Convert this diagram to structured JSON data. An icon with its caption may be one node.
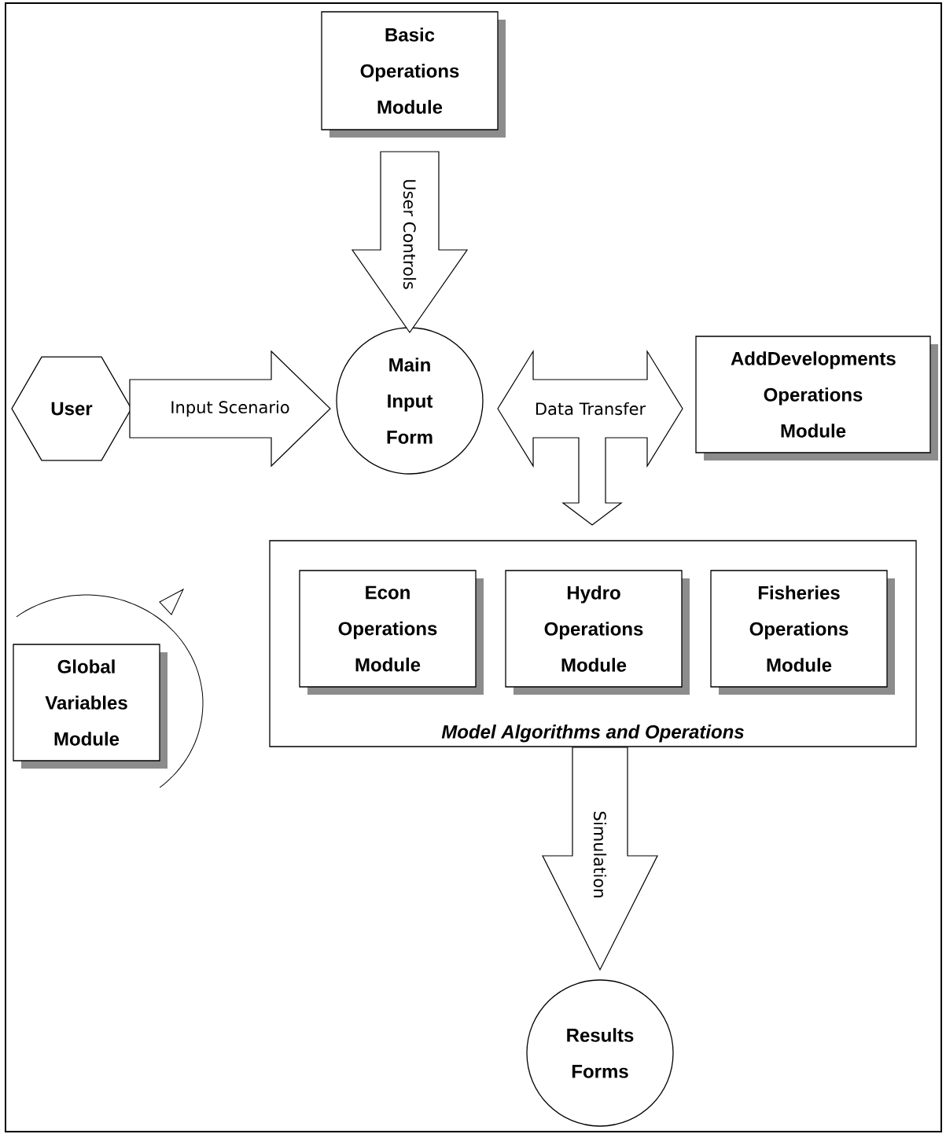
{
  "diagram": {
    "nodes": [
      {
        "text": [
          "Basic Operations Module"
        ]
      },
      {
        "text": [
          "User"
        ]
      },
      {
        "text": [
          "Main Input Form"
        ]
      },
      {
        "text": [
          "AddDevelopments Operations Module"
        ]
      },
      {
        "text": [
          "Model Algorithms and Operations"
        ]
      },
      {
        "text": [
          "Econ Operations Module"
        ],
        "in": 4
      },
      {
        "text": [
          "Hydro Operations Module"
        ],
        "in": 4
      },
      {
        "text": [
          "Fisheries Operations Module"
        ],
        "in": 4
      },
      {
        "text": [
          "Global Variables Module"
        ]
      },
      {
        "text": [
          "Results Forms"
        ]
      }
    ],
    "edges": [
      {
        "from": 0,
        "to": 2,
        "arrow": "to",
        "label": "User Controls"
      },
      {
        "from": 1,
        "to": 2,
        "arrow": "to",
        "label": "Input Scenario"
      },
      {
        "from": 2,
        "to": 3,
        "arrow": "both",
        "label": "Data Transfer"
      },
      {
        "from": 2,
        "to": 4,
        "arrow": "to"
      },
      {
        "from": 4,
        "to": 9,
        "arrow": "to",
        "label": "Simulation"
      }
    ]
  }
}
